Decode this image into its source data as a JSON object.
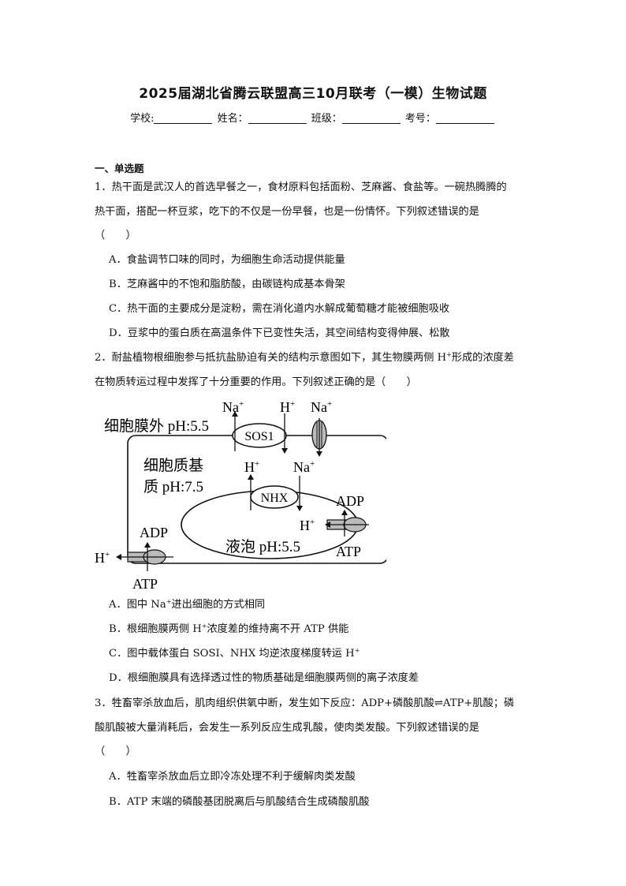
{
  "header": {
    "title": "2025届湖北省腾云联盟高三10月联考（一模）生物试题",
    "school_label": "学校:",
    "name_label": "姓名：",
    "class_label": "班级：",
    "exam_no_label": "考号："
  },
  "section_title": "一、单选题",
  "q1": {
    "line1": "1．热干面是武汉人的首选早餐之一，食材原料包括面粉、芝麻酱、食盐等。一碗热腾腾的",
    "line2": "热干面，搭配一杯豆浆，吃下的不仅是一份早餐，也是一份情怀。下列叙述错误的是",
    "paren": "（　　）",
    "options": [
      "A．食盐调节口味的同时，为细胞生命活动提供能量",
      "B．芝麻酱中的不饱和脂肪酸，由碳链构成基本骨架",
      "C．热干面的主要成分是淀粉，需在消化道内水解成葡萄糖才能被细胞吸收",
      "D．豆浆中的蛋白质在高温条件下已变性失活，其空间结构变得伸展、松散"
    ]
  },
  "q2": {
    "line1_a": "2．耐盐植物根细胞参与抵抗盐胁迫有关的结构示意图如下，其生物膜两侧 H",
    "line1_b": "形成的浓度差",
    "line2": "在物质转运过程中发挥了十分重要的作用。下列叙述正确的是（　　）",
    "diagram": {
      "outside_label": "细胞膜外 pH:5.5",
      "cytoplasm_label_1": "细胞质基",
      "cytoplasm_label_2": "质 pH:7.5",
      "vacuole_label": "液泡 pH:5.5",
      "sos1": "SOS1",
      "nhx": "NHX",
      "na": "Na",
      "h": "H",
      "plus": "+",
      "adp": "ADP",
      "atp": "ATP"
    },
    "options": {
      "a_pre": "A．图中 Na",
      "a_post": "进出细胞的方式相同",
      "b_pre": "B．根细胞膜两侧 H",
      "b_post": "浓度差的维持离不开 ATP 供能",
      "c_pre": "C．图中载体蛋白 SOSI、NHX 均逆浓度梯度转运 H",
      "d": "D．根细胞膜具有选择透过性的物质基础是细胞膜两侧的离子浓度差"
    }
  },
  "q3": {
    "line1": "3．牲畜宰杀放血后，肌肉组织供氧中断，发生如下反应：ADP+磷酸肌酸⇌ATP+肌酸；磷",
    "line2": "酸肌酸被大量消耗后，会发生一系列反应生成乳酸，使肉类发酸。下列叙述错误的是",
    "paren": "（　　）",
    "options": [
      "A．牲畜宰杀放血后立即冷冻处理不利于缓解肉类发酸",
      "B．ATP 末端的磷酸基团脱离后与肌酸结合生成磷酸肌酸"
    ]
  },
  "colors": {
    "text": "#111111",
    "protein_fill": "#bbbbbb"
  }
}
